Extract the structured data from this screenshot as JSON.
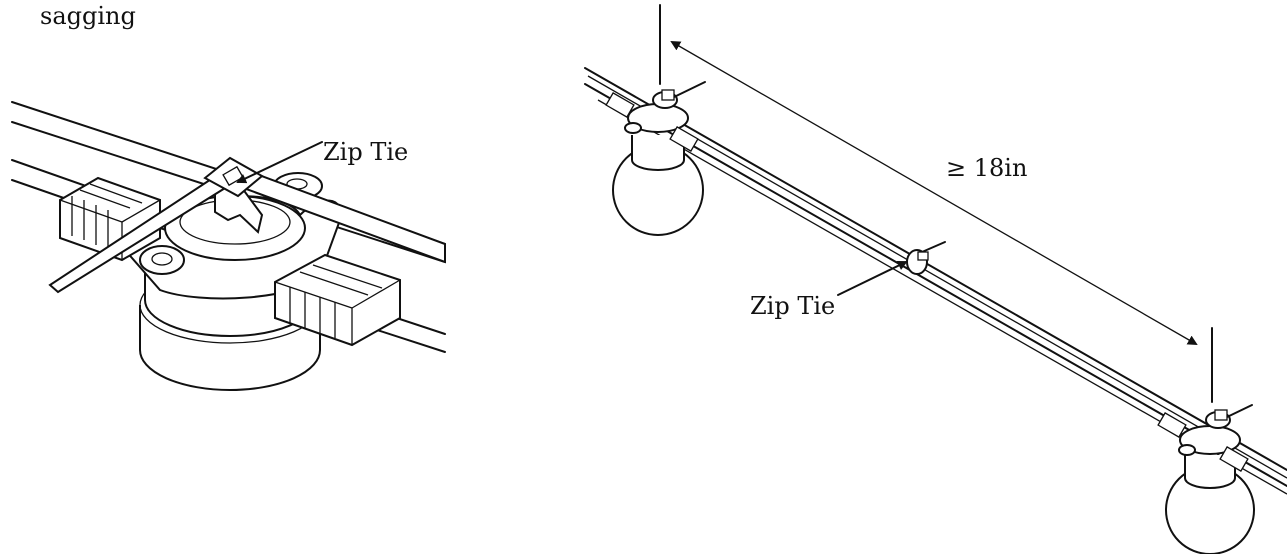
{
  "labels": {
    "top_left_fragment": "sagging",
    "zip_tie_closeup": "Zip Tie",
    "spacing": "≥ 18in",
    "zip_tie_string": "Zip Tie"
  },
  "colors": {
    "ink": "#111111",
    "background": "#ffffff"
  }
}
